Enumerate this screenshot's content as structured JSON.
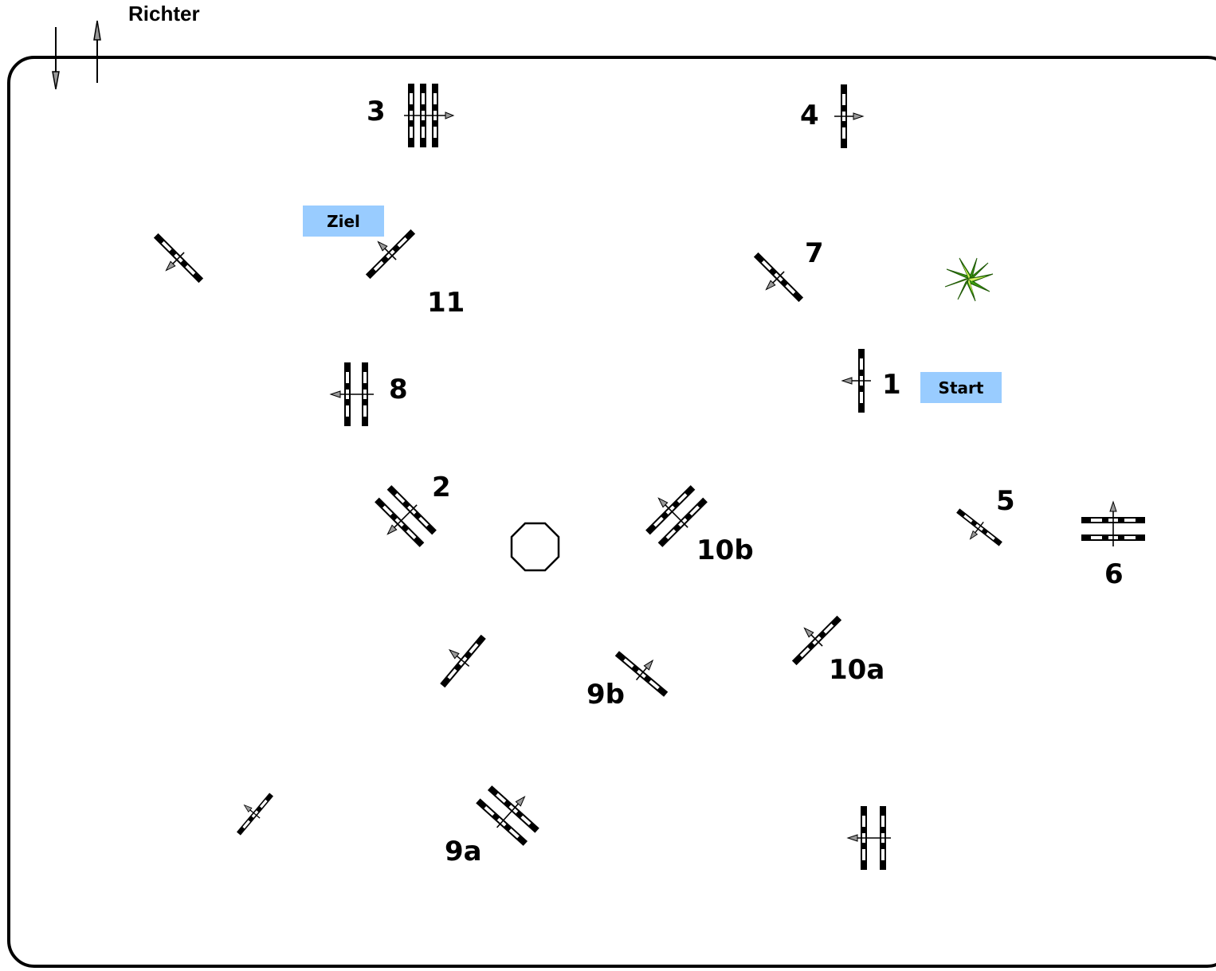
{
  "header": {
    "label": "Richter",
    "arrow_icons": [
      "arrow-down-icon",
      "arrow-up-icon"
    ]
  },
  "markers": {
    "start": "Start",
    "finish": "Ziel",
    "color": "#99ccff"
  },
  "jump_labels": {
    "n1": "1",
    "n2": "2",
    "n3": "3",
    "n4": "4",
    "n5": "5",
    "n6": "6",
    "n7": "7",
    "n8": "8",
    "n9a": "9a",
    "n9b": "9b",
    "n10a": "10a",
    "n10b": "10b",
    "n11": "11"
  },
  "symbols": {
    "decoration": "plant-icon",
    "obstacle": "octagon-icon"
  }
}
